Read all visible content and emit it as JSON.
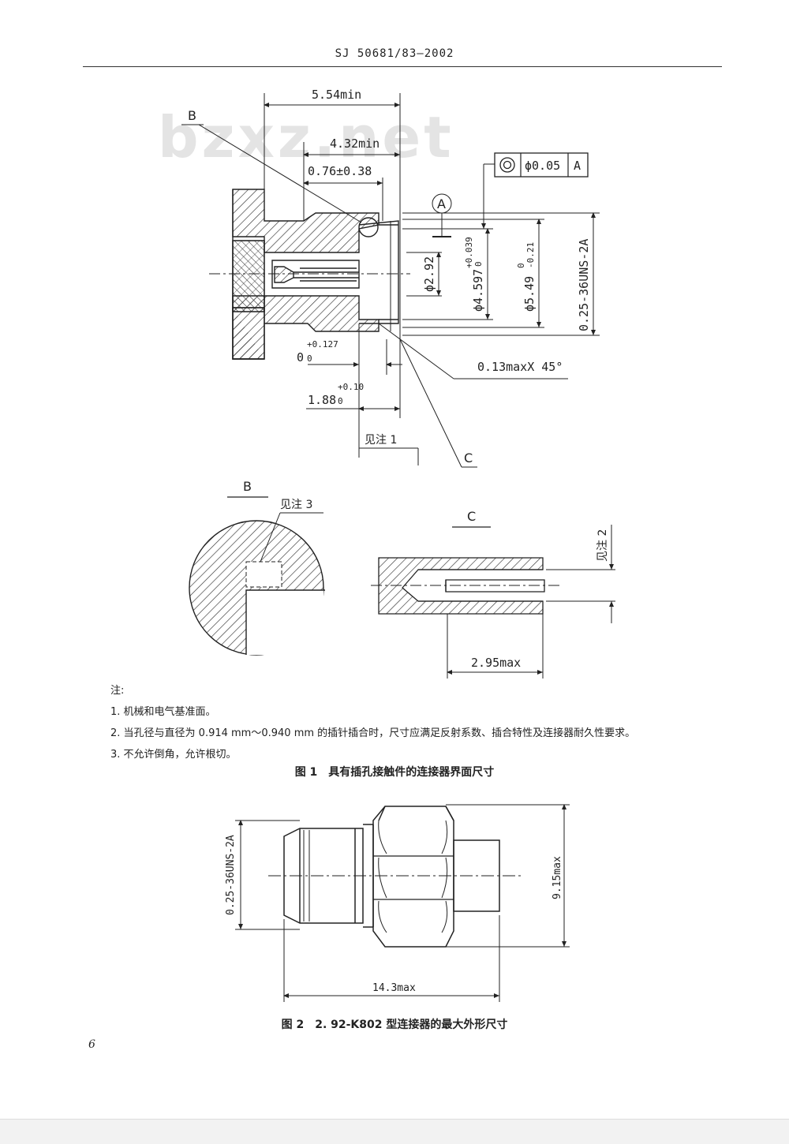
{
  "header": {
    "standard_code": "SJ 50681/83—2002"
  },
  "watermark": "bzxz.net",
  "figure1": {
    "labels": {
      "B": "B",
      "C": "C",
      "A_datum": "A"
    },
    "dimensions": {
      "d_5_54": "5.54min",
      "d_4_32": "4.32min",
      "d_0_76": "0.76±0.38",
      "d_2_92": "ϕ2.92",
      "d_4_597": "ϕ4.597",
      "d_4_597_tol": "+0.039",
      "d_4_597_tol2": "0",
      "d_5_49": "ϕ5.49",
      "d_5_49_tol": "0",
      "d_5_49_tol2": "-0.21",
      "thread": "0.25-36UNS-2A",
      "chamfer": "0.13maxX 45°",
      "d_0": "0",
      "d_0_tol": "+0.127",
      "d_0_tol2": "0",
      "d_1_88": "1.88",
      "d_1_88_tol": "+0.10",
      "d_1_88_tol2": "0",
      "see_note_1": "见注 1"
    },
    "tolerance_frame": {
      "symbol": "concentricity",
      "value": "ϕ0.05",
      "datum": "A"
    },
    "detail_B": {
      "title": "B",
      "see_note": "见注 3"
    },
    "detail_C": {
      "title": "C",
      "see_note": "见注 2",
      "dim": "2.95max"
    }
  },
  "notes": {
    "heading": "注:",
    "items": [
      "1. 机械和电气基准面。",
      "2. 当孔径与直径为 0.914 mm～0.940 mm 的插针插合时，尺寸应满足反射系数、插合特性及连接器耐久性要求。",
      "3. 不允许倒角，允许根切。"
    ]
  },
  "caption1": "图 1　具有插孔接触件的连接器界面尺寸",
  "figure2": {
    "thread": "0.25-36UNS-2A",
    "height": "9.15max",
    "length": "14.3max"
  },
  "caption2": "图 2　2. 92-K802 型连接器的最大外形尺寸",
  "page_number": "6"
}
